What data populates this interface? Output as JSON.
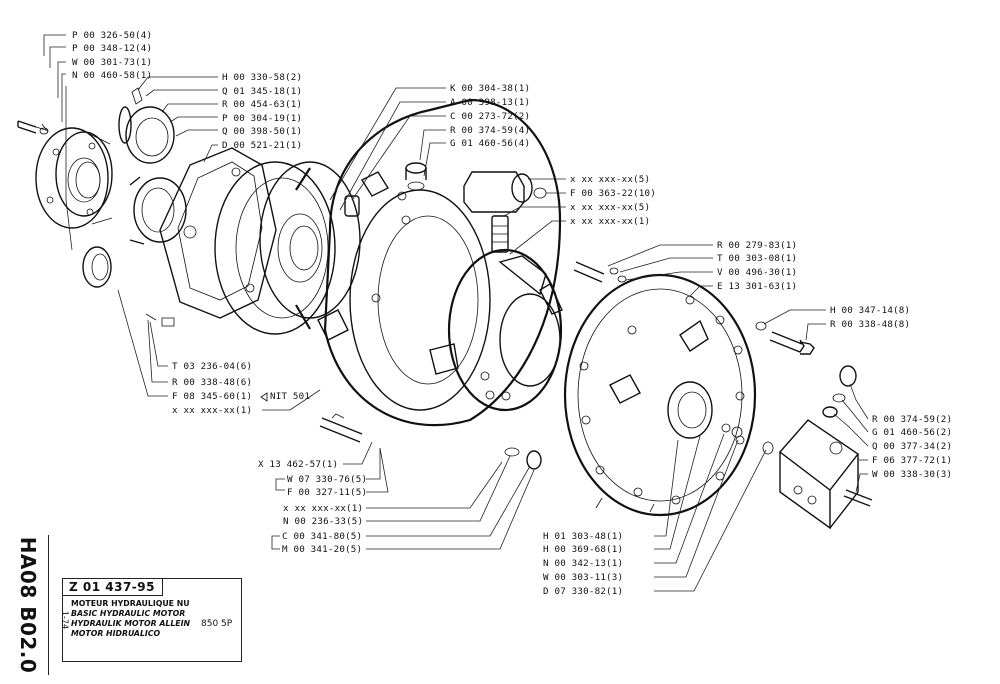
{
  "sheet": {
    "side_code": "HA08 B02.0",
    "date_code": "1-74",
    "part_number": "Z 01 437-95",
    "title_lines": [
      "MOTEUR HYDRAULIQUE NU",
      "BASIC HYDRAULIC MOTOR",
      "HYDRAULIK MOTOR ALLEIN",
      "MOTOR HIDRUALICO"
    ],
    "model": "850 5P"
  },
  "callouts": {
    "left_top": [
      "P 00 326-50(4)",
      "P 00 348-12(4)",
      "W 00 301-73(1)",
      "N 00 460-58(1)"
    ],
    "center_top": [
      "H 00 330-58(2)",
      "Q 01 345-18(1)",
      "R 00 454-63(1)",
      "P 00 304-19(1)",
      "Q 00 398-50(1)",
      "D 00 521-21(1)"
    ],
    "upper_mid": [
      "K 00 304-38(1)",
      "A 00 398-13(1)",
      "C 00 273-72(2)",
      "R 00 374-59(4)",
      "G 01 460-56(4)"
    ],
    "pin_group": [
      "x xx xxx-xx(5)",
      "F 00 363-22(10)",
      "x xx xxx-xx(5)",
      "x xx xxx-xx(1)"
    ],
    "right_upper": [
      "R 00 279-83(1)",
      "T 00 303-08(1)",
      "V 00 496-30(1)",
      "E 13 301-63(1)"
    ],
    "right_bolt": [
      "H 00 347-14(8)",
      "R 00 338-48(8)"
    ],
    "right_side": [
      "R 00 374-59(2)",
      "G 01 460-56(2)",
      "Q 00 377-34(2)",
      "F 06 377-72(1)",
      "W 00 338-30(3)"
    ],
    "left_bottom": [
      "T 03 236-04(6)",
      "R 00 338-48(6)",
      "F 08 345-60(1)",
      "NIT 501",
      "x xx xxx-xx(1)"
    ],
    "bottom_center": [
      "X 13 462-57(1)",
      "W 07 330-76(5)",
      "F 00 327-11(5)",
      "x xx xxx-xx(1)",
      "N 00 236-33(5)",
      "C 00 341-80(5)",
      "M 00 341-20(5)"
    ],
    "bottom_right": [
      "H 01 303-48(1)",
      "H 00 369-68(1)",
      "N 00 342-13(1)",
      "W 00 303-11(3)",
      "D 07 330-82(1)"
    ]
  }
}
